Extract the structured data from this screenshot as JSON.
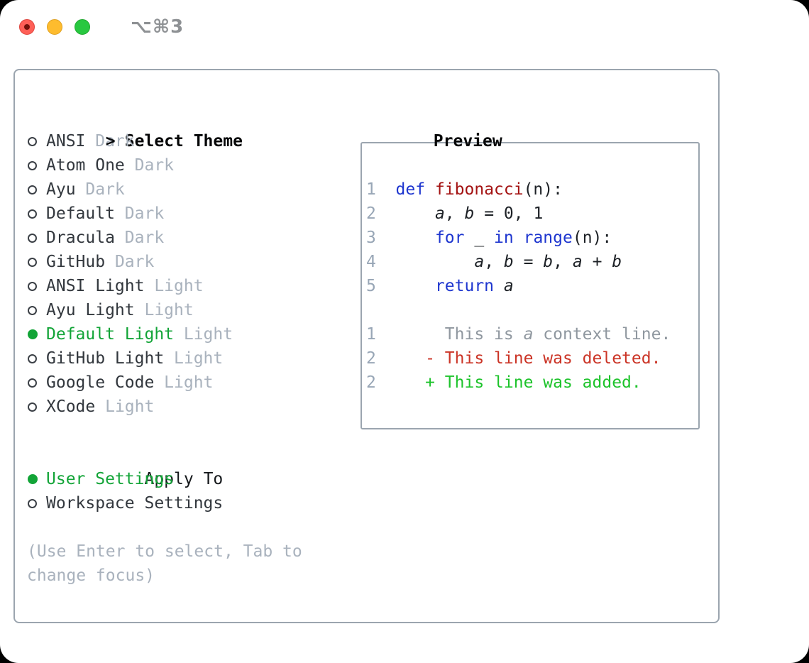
{
  "window": {
    "title": "⌥⌘3",
    "traffic_lights": [
      {
        "name": "close",
        "color": "#ff5f57",
        "has_unsaved_dot": true
      },
      {
        "name": "minimize",
        "color": "#febc2e",
        "has_unsaved_dot": false
      },
      {
        "name": "zoom",
        "color": "#28c840",
        "has_unsaved_dot": false
      }
    ]
  },
  "theme_picker": {
    "pointer": ">",
    "title": "Select Theme",
    "themes": [
      {
        "name": "ANSI",
        "variant": "Dark",
        "selected": false
      },
      {
        "name": "Atom One",
        "variant": "Dark",
        "selected": false
      },
      {
        "name": "Ayu",
        "variant": "Dark",
        "selected": false
      },
      {
        "name": "Default",
        "variant": "Dark",
        "selected": false
      },
      {
        "name": "Dracula",
        "variant": "Dark",
        "selected": false
      },
      {
        "name": "GitHub",
        "variant": "Dark",
        "selected": false
      },
      {
        "name": "ANSI Light",
        "variant": "Light",
        "selected": false
      },
      {
        "name": "Ayu Light",
        "variant": "Light",
        "selected": false
      },
      {
        "name": "Default Light",
        "variant": "Light",
        "selected": true
      },
      {
        "name": "GitHub Light",
        "variant": "Light",
        "selected": false
      },
      {
        "name": "Google Code",
        "variant": "Light",
        "selected": false
      },
      {
        "name": "XCode",
        "variant": "Light",
        "selected": false
      }
    ],
    "apply_to": {
      "title": "Apply To",
      "options": [
        {
          "label": "User Settings",
          "selected": true
        },
        {
          "label": "Workspace Settings",
          "selected": false
        }
      ]
    },
    "help_lines": [
      "(Use Enter to select, Tab to",
      "change focus)"
    ]
  },
  "preview": {
    "title": "Preview",
    "code_lines": [
      [
        [
          "ln",
          "1  "
        ],
        [
          "kw",
          "def"
        ],
        [
          "pl",
          " "
        ],
        [
          "fn",
          "fibonacci"
        ],
        [
          "pl",
          "(n):"
        ]
      ],
      [
        [
          "ln",
          "2  "
        ],
        [
          "pl",
          "    "
        ],
        [
          "var",
          "a"
        ],
        [
          "pl",
          ", "
        ],
        [
          "var",
          "b"
        ],
        [
          "pl",
          " = 0, 1"
        ]
      ],
      [
        [
          "ln",
          "3  "
        ],
        [
          "pl",
          "    "
        ],
        [
          "kw",
          "for"
        ],
        [
          "pl",
          " _ "
        ],
        [
          "kw",
          "in"
        ],
        [
          "pl",
          " "
        ],
        [
          "kw",
          "range"
        ],
        [
          "pl",
          "(n):"
        ]
      ],
      [
        [
          "ln",
          "4  "
        ],
        [
          "pl",
          "        "
        ],
        [
          "var",
          "a"
        ],
        [
          "pl",
          ", "
        ],
        [
          "var",
          "b"
        ],
        [
          "pl",
          " = "
        ],
        [
          "var",
          "b"
        ],
        [
          "pl",
          ", "
        ],
        [
          "var",
          "a"
        ],
        [
          "pl",
          " + "
        ],
        [
          "var",
          "b"
        ]
      ],
      [
        [
          "ln",
          "5  "
        ],
        [
          "pl",
          "    "
        ],
        [
          "kw",
          "return"
        ],
        [
          "pl",
          " "
        ],
        [
          "var",
          "a"
        ]
      ]
    ],
    "diff_lines": [
      [
        [
          "ln",
          "1"
        ],
        [
          "ctx",
          "       This is "
        ],
        [
          "ctxv",
          "a"
        ],
        [
          "ctx",
          " context line."
        ]
      ],
      [
        [
          "ln",
          "2"
        ],
        [
          "pl",
          "     "
        ],
        [
          "del",
          "- This line was deleted."
        ]
      ],
      [
        [
          "ln",
          "2"
        ],
        [
          "pl",
          "     "
        ],
        [
          "add",
          "+ This line was added."
        ]
      ]
    ]
  },
  "colors": {
    "selection_green": "#12a437",
    "added_green": "#1dc32b",
    "deleted_red": "#cb3426",
    "keyword_blue": "#1e36cf",
    "function_red": "#a31212",
    "muted_gray": "#a9b2bd",
    "border_gray": "#9ba5af"
  }
}
